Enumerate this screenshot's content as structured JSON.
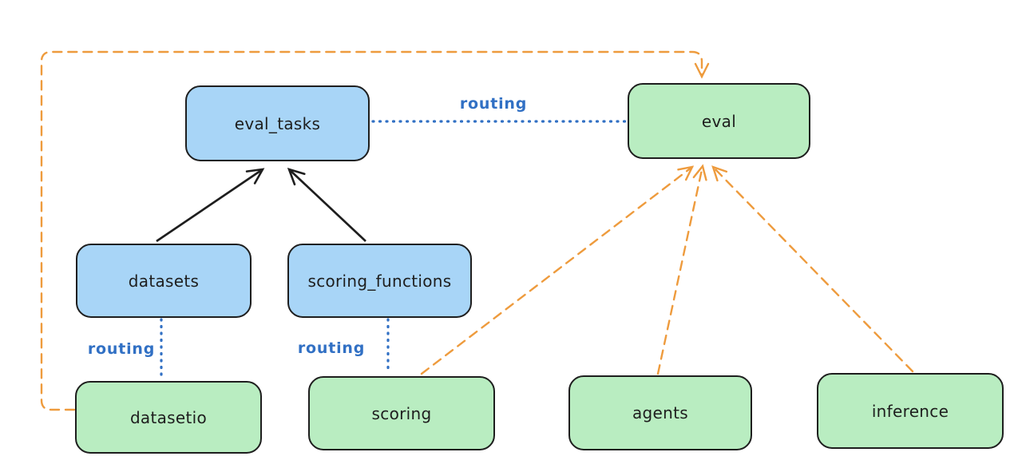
{
  "palette": {
    "background": "#ffffff",
    "node_stroke": "#1e1e1e",
    "blue_fill": "#a8d5f7",
    "green_fill": "#b9edc1",
    "routing_blue": "#3170c4",
    "orange": "#ee9b3d",
    "black_arrow": "#1e1e1e"
  },
  "nodes": {
    "eval_tasks": {
      "label": "eval_tasks",
      "fill": "blue"
    },
    "datasets": {
      "label": "datasets",
      "fill": "blue"
    },
    "scoring_functions": {
      "label": "scoring_functions",
      "fill": "blue"
    },
    "eval": {
      "label": "eval",
      "fill": "green"
    },
    "datasetio": {
      "label": "datasetio",
      "fill": "green"
    },
    "scoring": {
      "label": "scoring",
      "fill": "green"
    },
    "agents": {
      "label": "agents",
      "fill": "green"
    },
    "inference": {
      "label": "inference",
      "fill": "green"
    }
  },
  "edges": {
    "datasets_to_eval_tasks": {
      "from": "datasets",
      "to": "eval_tasks",
      "style": "solid",
      "color": "black",
      "arrowhead": true,
      "label": ""
    },
    "scoring_functions_to_eval_tasks": {
      "from": "scoring_functions",
      "to": "eval_tasks",
      "style": "solid",
      "color": "black",
      "arrowhead": true,
      "label": ""
    },
    "eval_tasks_to_eval": {
      "from": "eval_tasks",
      "to": "eval",
      "style": "dotted",
      "color": "blue",
      "arrowhead": false,
      "label": "routing"
    },
    "datasets_to_datasetio": {
      "from": "datasets",
      "to": "datasetio",
      "style": "dotted",
      "color": "blue",
      "arrowhead": false,
      "label": "routing"
    },
    "scoring_functions_to_scoring": {
      "from": "scoring_functions",
      "to": "scoring",
      "style": "dotted",
      "color": "blue",
      "arrowhead": false,
      "label": "routing"
    },
    "datasetio_to_eval": {
      "from": "datasetio",
      "to": "eval",
      "style": "dashed",
      "color": "orange",
      "arrowhead": true,
      "label": ""
    },
    "scoring_to_eval": {
      "from": "scoring",
      "to": "eval",
      "style": "dashed",
      "color": "orange",
      "arrowhead": true,
      "label": ""
    },
    "agents_to_eval": {
      "from": "agents",
      "to": "eval",
      "style": "dashed",
      "color": "orange",
      "arrowhead": true,
      "label": ""
    },
    "inference_to_eval": {
      "from": "inference",
      "to": "eval",
      "style": "dashed",
      "color": "orange",
      "arrowhead": true,
      "label": ""
    }
  }
}
